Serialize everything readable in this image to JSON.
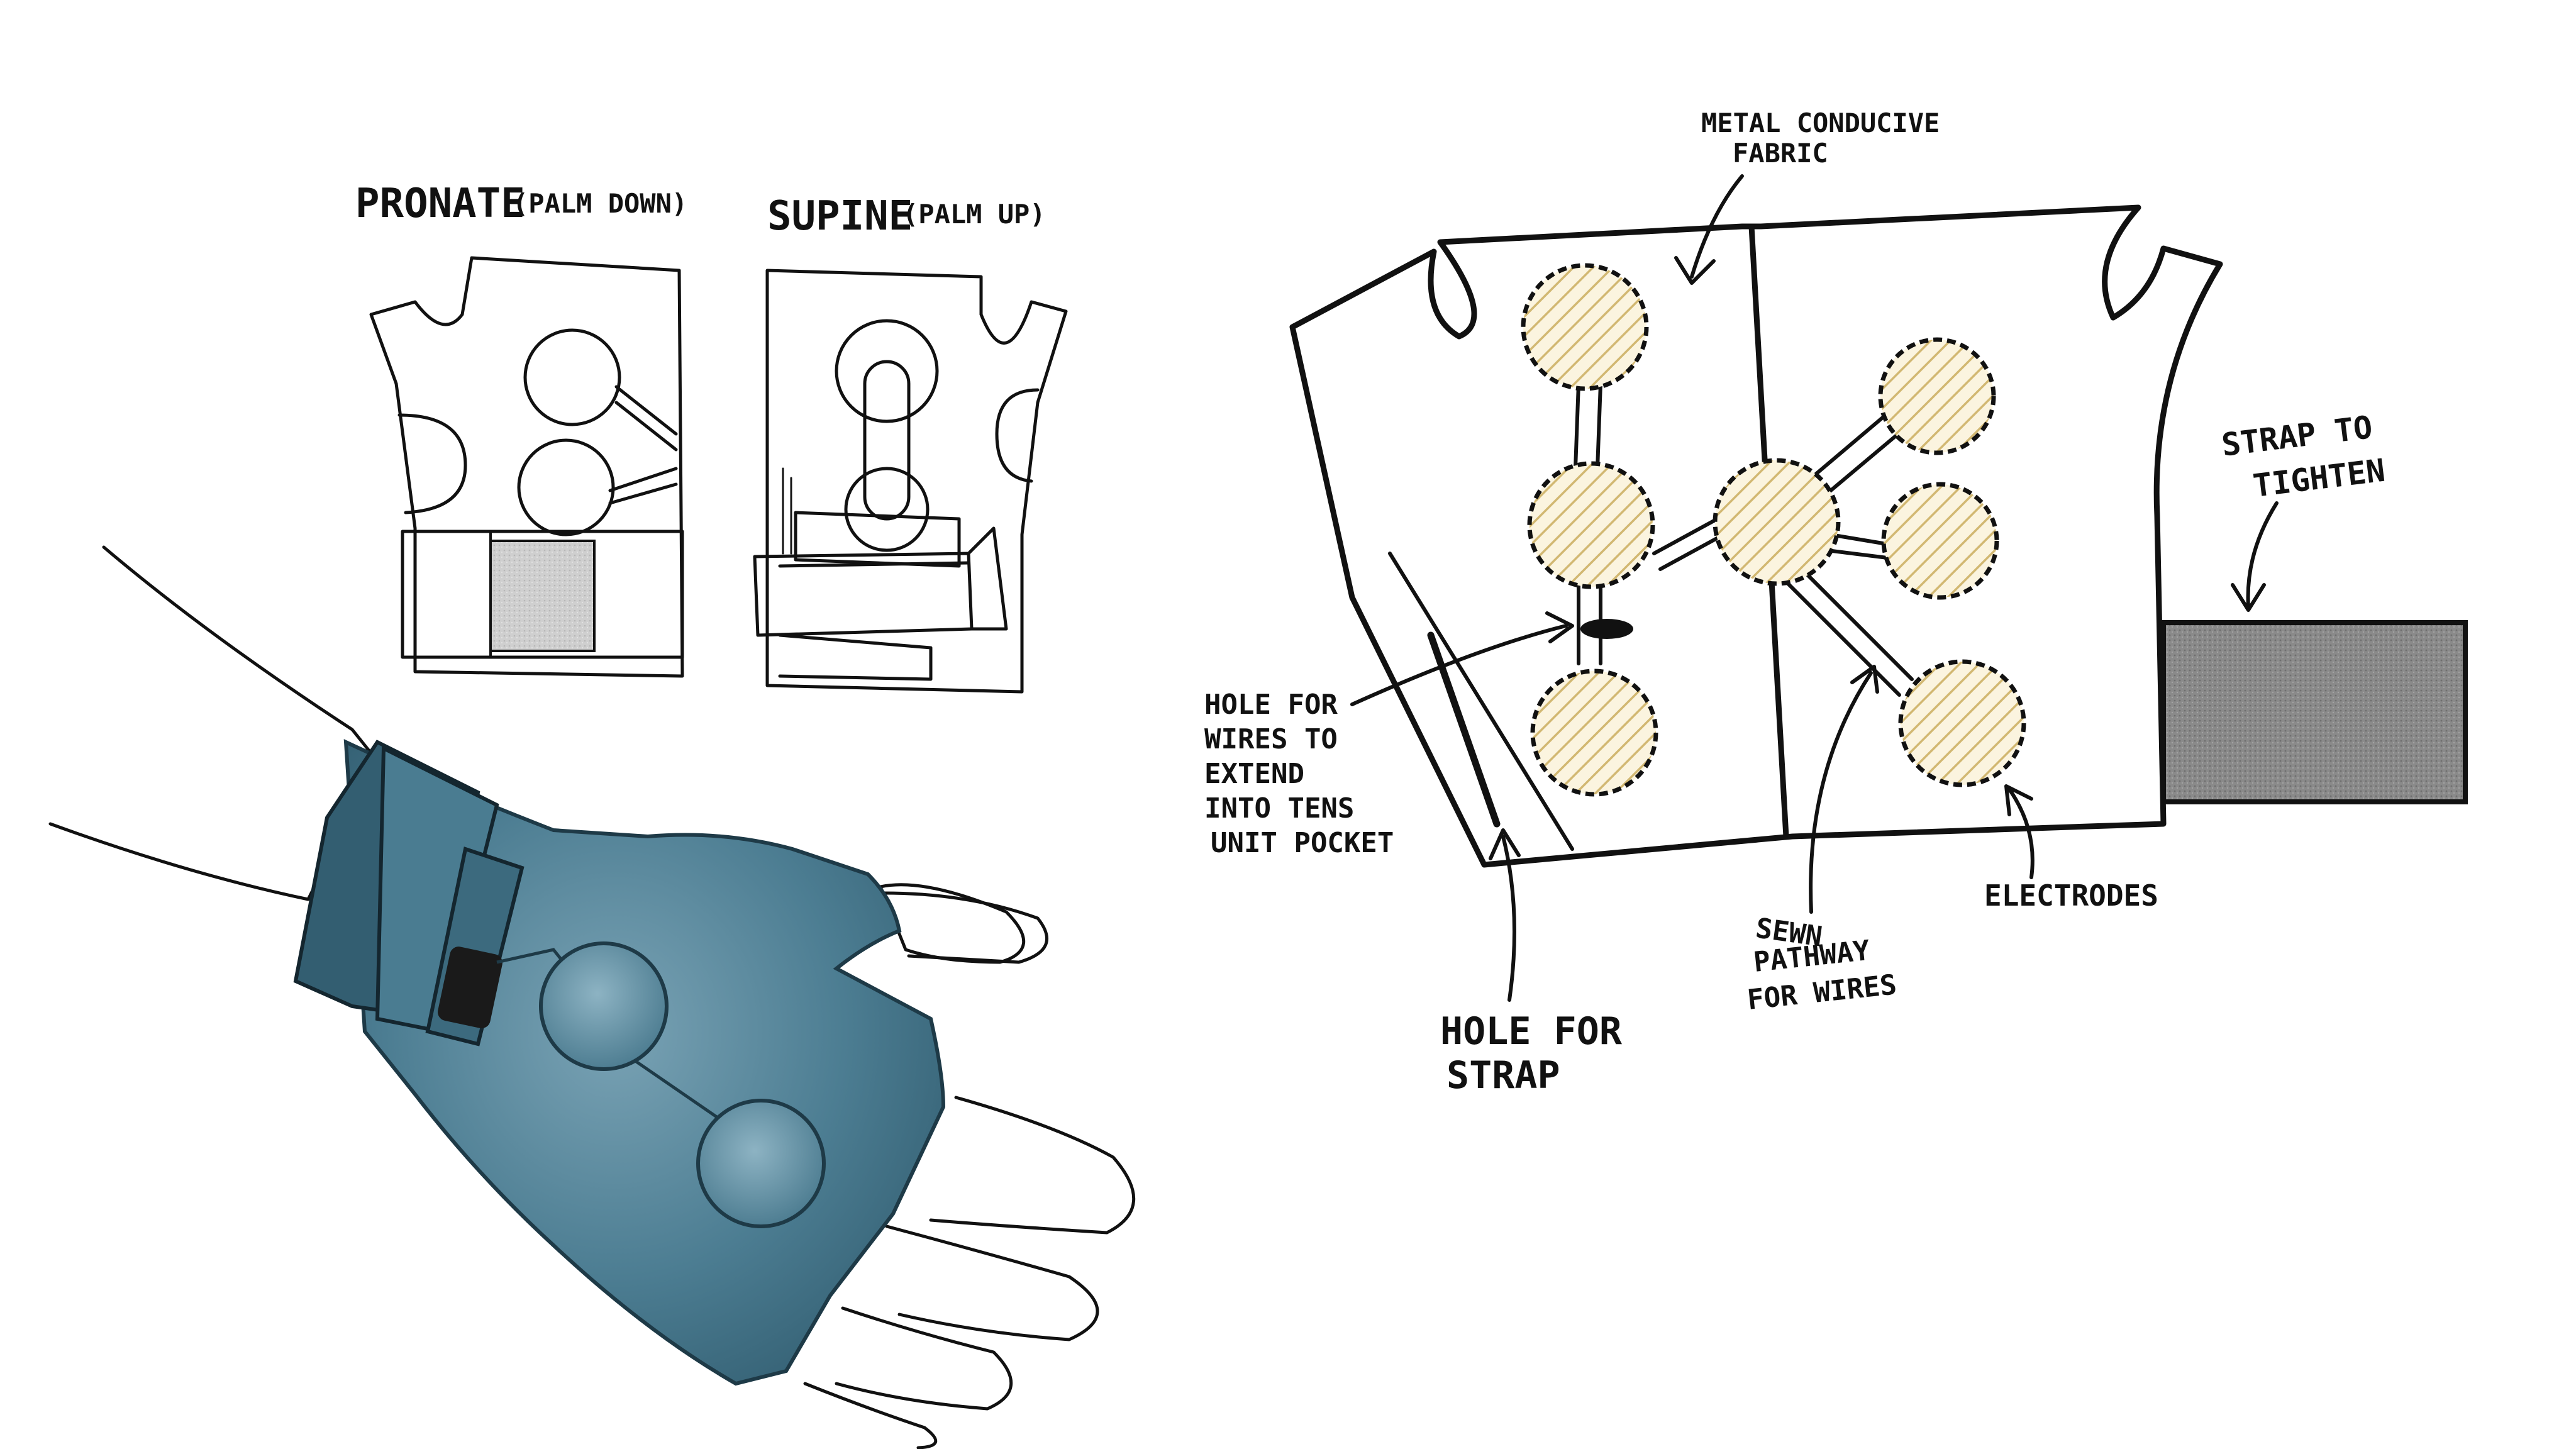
{
  "views": {
    "pronate": {
      "title": "PRONATE",
      "note": "(PALM DOWN)"
    },
    "supine": {
      "title": "SUPINE",
      "note": "(PALM UP)"
    }
  },
  "callouts": {
    "fabric": [
      "METAL CONDUCIVE",
      "FABRIC"
    ],
    "strap_tighten": [
      "STRAP TO",
      "TIGHTEN"
    ],
    "wire_hole": [
      "HOLE FOR",
      "WIRES TO",
      "EXTEND",
      "INTO TENS",
      "UNIT POCKET"
    ],
    "strap_hole": [
      "HOLE FOR",
      "STRAP"
    ],
    "pathway": [
      "SEWN",
      "PATHWAY",
      "FOR WIRES"
    ],
    "electrodes": "ELECTRODES"
  },
  "colors": {
    "ink": "#111111",
    "glove_blue": "#3f6f84",
    "glove_blue_light": "#6d97aa",
    "electrode_hatch": "#d8c488",
    "strap_gray": "#8a8a8a",
    "skin": "#ffffff"
  }
}
